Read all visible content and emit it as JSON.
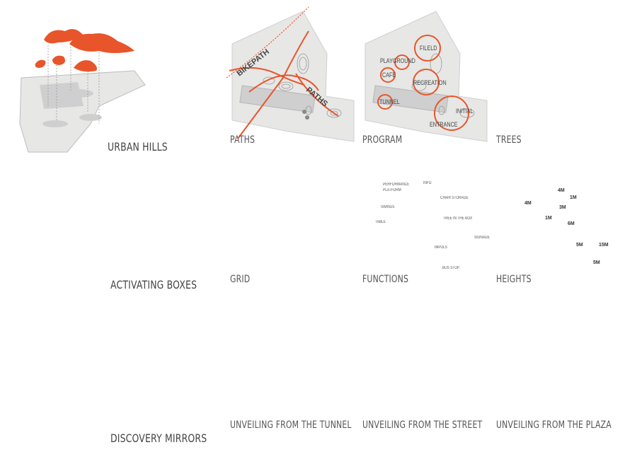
{
  "colors": {
    "accent": "#e8552a",
    "site": "#e7e7e6",
    "building": "#cfcfcf",
    "arrow": "#707070",
    "text": "#555555"
  },
  "rows": [
    {
      "concept": "URBAN HILLS",
      "panels": [
        "PATHS",
        "PROGRAM",
        "TREES"
      ]
    },
    {
      "concept": "ACTIVATING BOXES",
      "panels": [
        "GRID",
        "FUNCTIONS",
        "HEIGHTS"
      ]
    },
    {
      "concept": "DISCOVERY MIRRORS",
      "panels": [
        "UNVEILING FROM THE TUNNEL",
        "UNVEILING FROM THE STREET",
        "UNVEILING FROM THE PLAZA"
      ]
    }
  ],
  "paths_labels": {
    "bikepath": "BIKEPATH",
    "paths": "PATHS"
  },
  "program_labels": [
    "FILELD",
    "PLAYGROUND",
    "CAFE",
    "RECREATION",
    "TUNNEL",
    "INITIAL",
    "ENTRANCE"
  ],
  "function_labels": {
    "performance": "PERFORMANCE",
    "platform": "PLATFORM",
    "info": "INFO",
    "chair_storage": "CHAIR STORAGE",
    "swings": "SWINGS",
    "tree_box": "TREE IN THE BOX",
    "table": "TABLE",
    "signage": "SIGNAGE",
    "impuls": "IMPULS",
    "bus_stop": "BUS STOP"
  },
  "heights": [
    "4M",
    "1M",
    "4M",
    "3M",
    "1M",
    "6M",
    "5M",
    "15M",
    "5M"
  ]
}
